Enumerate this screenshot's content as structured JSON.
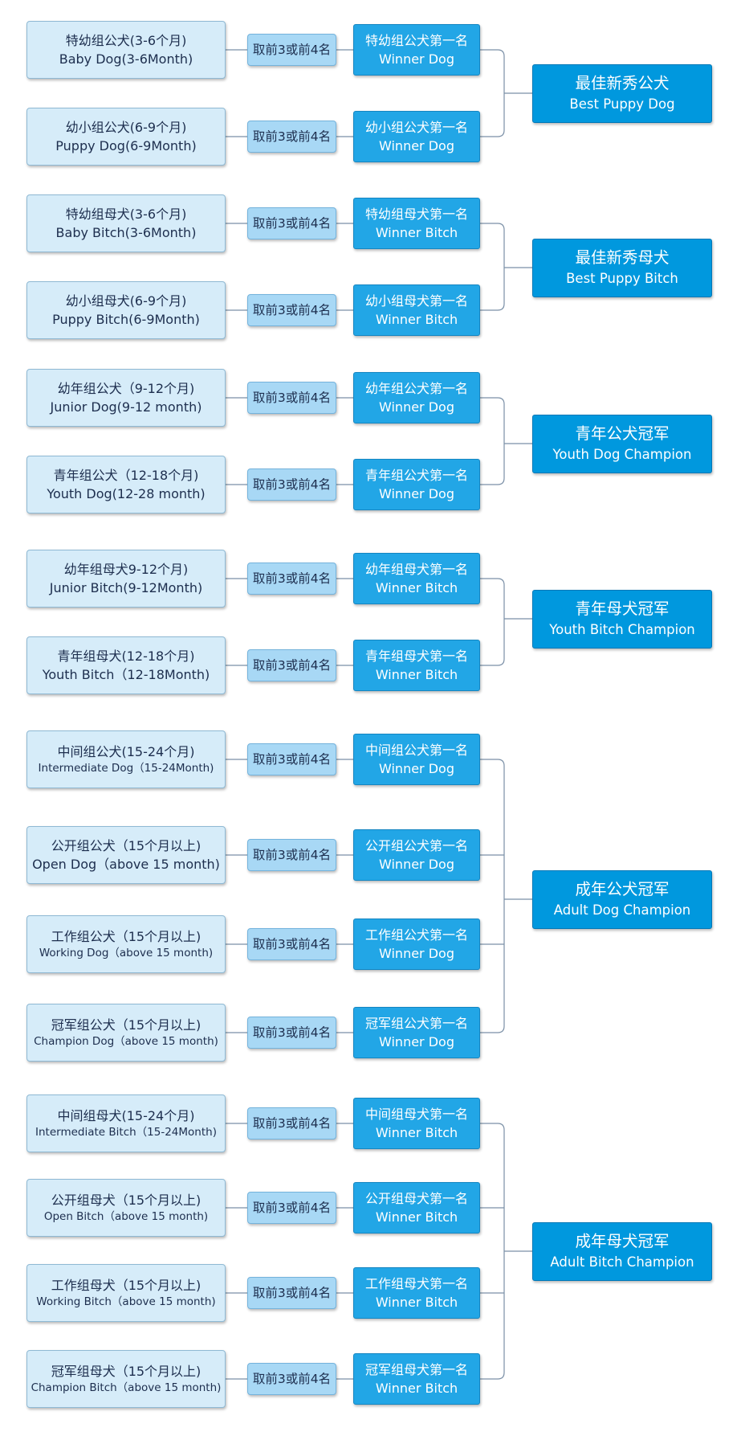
{
  "selection_label": "取前3或前4名",
  "groups": [
    {
      "final": {
        "zh": "最佳新秀公犬",
        "en": "Best Puppy Dog"
      },
      "classes": [
        {
          "zh": "特幼组公犬(3-6个月)",
          "en": "Baby Dog(3-6Month)",
          "winner_zh": "特幼组公犬第一名",
          "winner_en": "Winner Dog"
        },
        {
          "zh": "幼小组公犬(6-9个月)",
          "en": "Puppy Dog(6-9Month)",
          "winner_zh": "幼小组公犬第一名",
          "winner_en": "Winner Dog"
        }
      ]
    },
    {
      "final": {
        "zh": "最佳新秀母犬",
        "en": "Best Puppy Bitch"
      },
      "classes": [
        {
          "zh": "特幼组母犬(3-6个月)",
          "en": "Baby Bitch(3-6Month)",
          "winner_zh": "特幼组母犬第一名",
          "winner_en": "Winner Bitch"
        },
        {
          "zh": "幼小组母犬(6-9个月)",
          "en": "Puppy Bitch(6-9Month)",
          "winner_zh": "幼小组母犬第一名",
          "winner_en": "Winner Bitch"
        }
      ]
    },
    {
      "final": {
        "zh": "青年公犬冠军",
        "en": "Youth Dog Champion"
      },
      "classes": [
        {
          "zh": "幼年组公犬（9-12个月)",
          "en": "Junior Dog(9-12 month)",
          "winner_zh": "幼年组公犬第一名",
          "winner_en": "Winner Dog"
        },
        {
          "zh": "青年组公犬（12-18个月)",
          "en": "Youth Dog(12-28 month)",
          "winner_zh": "青年组公犬第一名",
          "winner_en": "Winner Dog"
        }
      ]
    },
    {
      "final": {
        "zh": "青年母犬冠军",
        "en": "Youth Bitch Champion"
      },
      "classes": [
        {
          "zh": "幼年组母犬9-12个月)",
          "en": "Junior Bitch(9-12Month)",
          "winner_zh": "幼年组母犬第一名",
          "winner_en": "Winner Bitch"
        },
        {
          "zh": "青年组母犬(12-18个月)",
          "en": "Youth Bitch（12-18Month)",
          "winner_zh": "青年组母犬第一名",
          "winner_en": "Winner Bitch"
        }
      ]
    },
    {
      "final": {
        "zh": "成年公犬冠军",
        "en": "Adult Dog Champion"
      },
      "classes": [
        {
          "zh": "中间组公犬(15-24个月)",
          "en": "Intermediate Dog（15-24Month)",
          "winner_zh": "中间组公犬第一名",
          "winner_en": "Winner Dog"
        },
        {
          "zh": "公开组公犬（15个月以上)",
          "en": "Open Dog（above 15 month)",
          "winner_zh": "公开组公犬第一名",
          "winner_en": "Winner Dog"
        },
        {
          "zh": "工作组公犬（15个月以上)",
          "en": "Working Dog（above 15 month)",
          "winner_zh": "工作组公犬第一名",
          "winner_en": "Winner Dog"
        },
        {
          "zh": "冠军组公犬（15个月以上)",
          "en": "Champion Dog（above 15 month)",
          "winner_zh": "冠军组公犬第一名",
          "winner_en": "Winner Dog"
        }
      ]
    },
    {
      "final": {
        "zh": "成年母犬冠军",
        "en": "Adult Bitch Champion"
      },
      "classes": [
        {
          "zh": "中间组母犬(15-24个月)",
          "en": "Intermediate Bitch（15-24Month)",
          "winner_zh": "中间组母犬第一名",
          "winner_en": "Winner Bitch"
        },
        {
          "zh": "公开组母犬（15个月以上)",
          "en": "Open Bitch（above 15 month)",
          "winner_zh": "公开组母犬第一名",
          "winner_en": "Winner Bitch"
        },
        {
          "zh": "工作组母犬（15个月以上)",
          "en": "Working Bitch（above 15 month)",
          "winner_zh": "工作组母犬第一名",
          "winner_en": "Winner Bitch"
        },
        {
          "zh": "冠军组母犬（15个月以上)",
          "en": "Champion Bitch（above 15 month)",
          "winner_zh": "冠军组母犬第一名",
          "winner_en": "Winner Bitch"
        }
      ]
    }
  ],
  "colors": {
    "class_fill": "#d6ecf9",
    "select_fill": "#a8d8f5",
    "winner_fill": "#22a6e6",
    "final_fill": "#0098de",
    "connector": "#7a8fa6"
  }
}
